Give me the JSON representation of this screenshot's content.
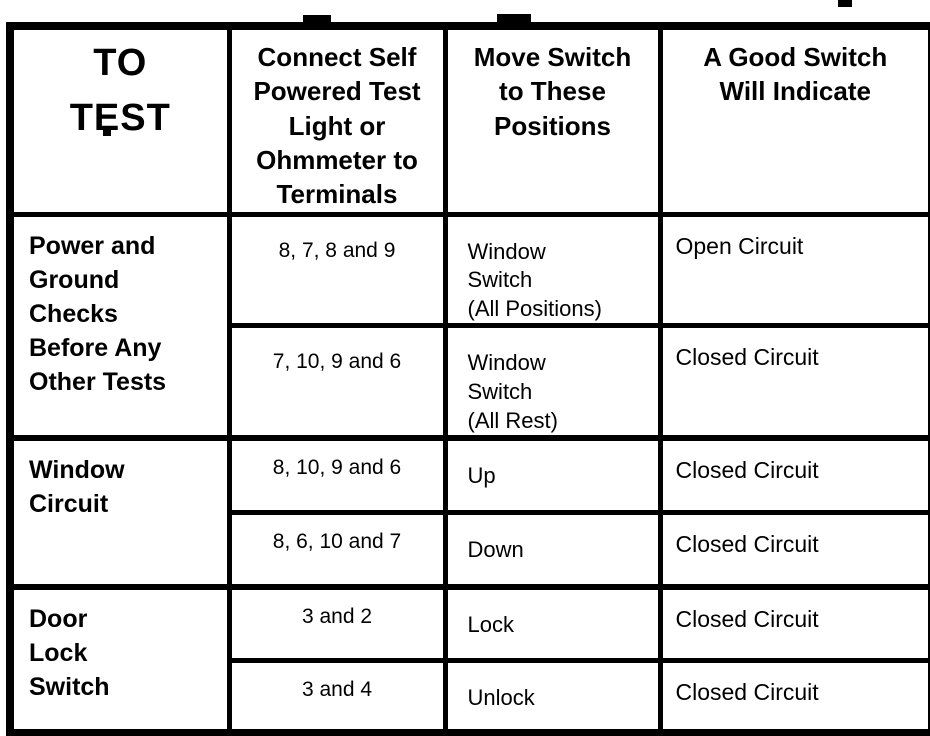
{
  "table": {
    "headers": [
      "TO\nTEST",
      "Connect Self\nPowered Test\nLight or\nOhmmeter to\nTerminals",
      "Move Switch\nto These\nPositions",
      "A Good Switch\nWill Indicate"
    ],
    "groups": [
      {
        "test": "Power and\nGround\nChecks\nBefore Any\nOther Tests",
        "rows": [
          {
            "terminals": "8, 7, 8 and 9",
            "position": "Window\nSwitch\n(All Positions)",
            "indication": "Open Circuit"
          },
          {
            "terminals": "7, 10, 9 and 6",
            "position": "Window\nSwitch\n(All Rest)",
            "indication": "Closed Circuit"
          }
        ]
      },
      {
        "test": "Window\nCircuit",
        "rows": [
          {
            "terminals": "8, 10, 9 and 6",
            "position": "Up",
            "indication": "Closed Circuit"
          },
          {
            "terminals": "8, 6, 10 and 7",
            "position": "Down",
            "indication": "Closed Circuit"
          }
        ]
      },
      {
        "test": "Door\nLock\nSwitch",
        "rows": [
          {
            "terminals": "3 and 2",
            "position": "Lock",
            "indication": "Closed Circuit"
          },
          {
            "terminals": "3 and 4",
            "position": "Unlock",
            "indication": "Closed Circuit"
          }
        ]
      }
    ]
  }
}
